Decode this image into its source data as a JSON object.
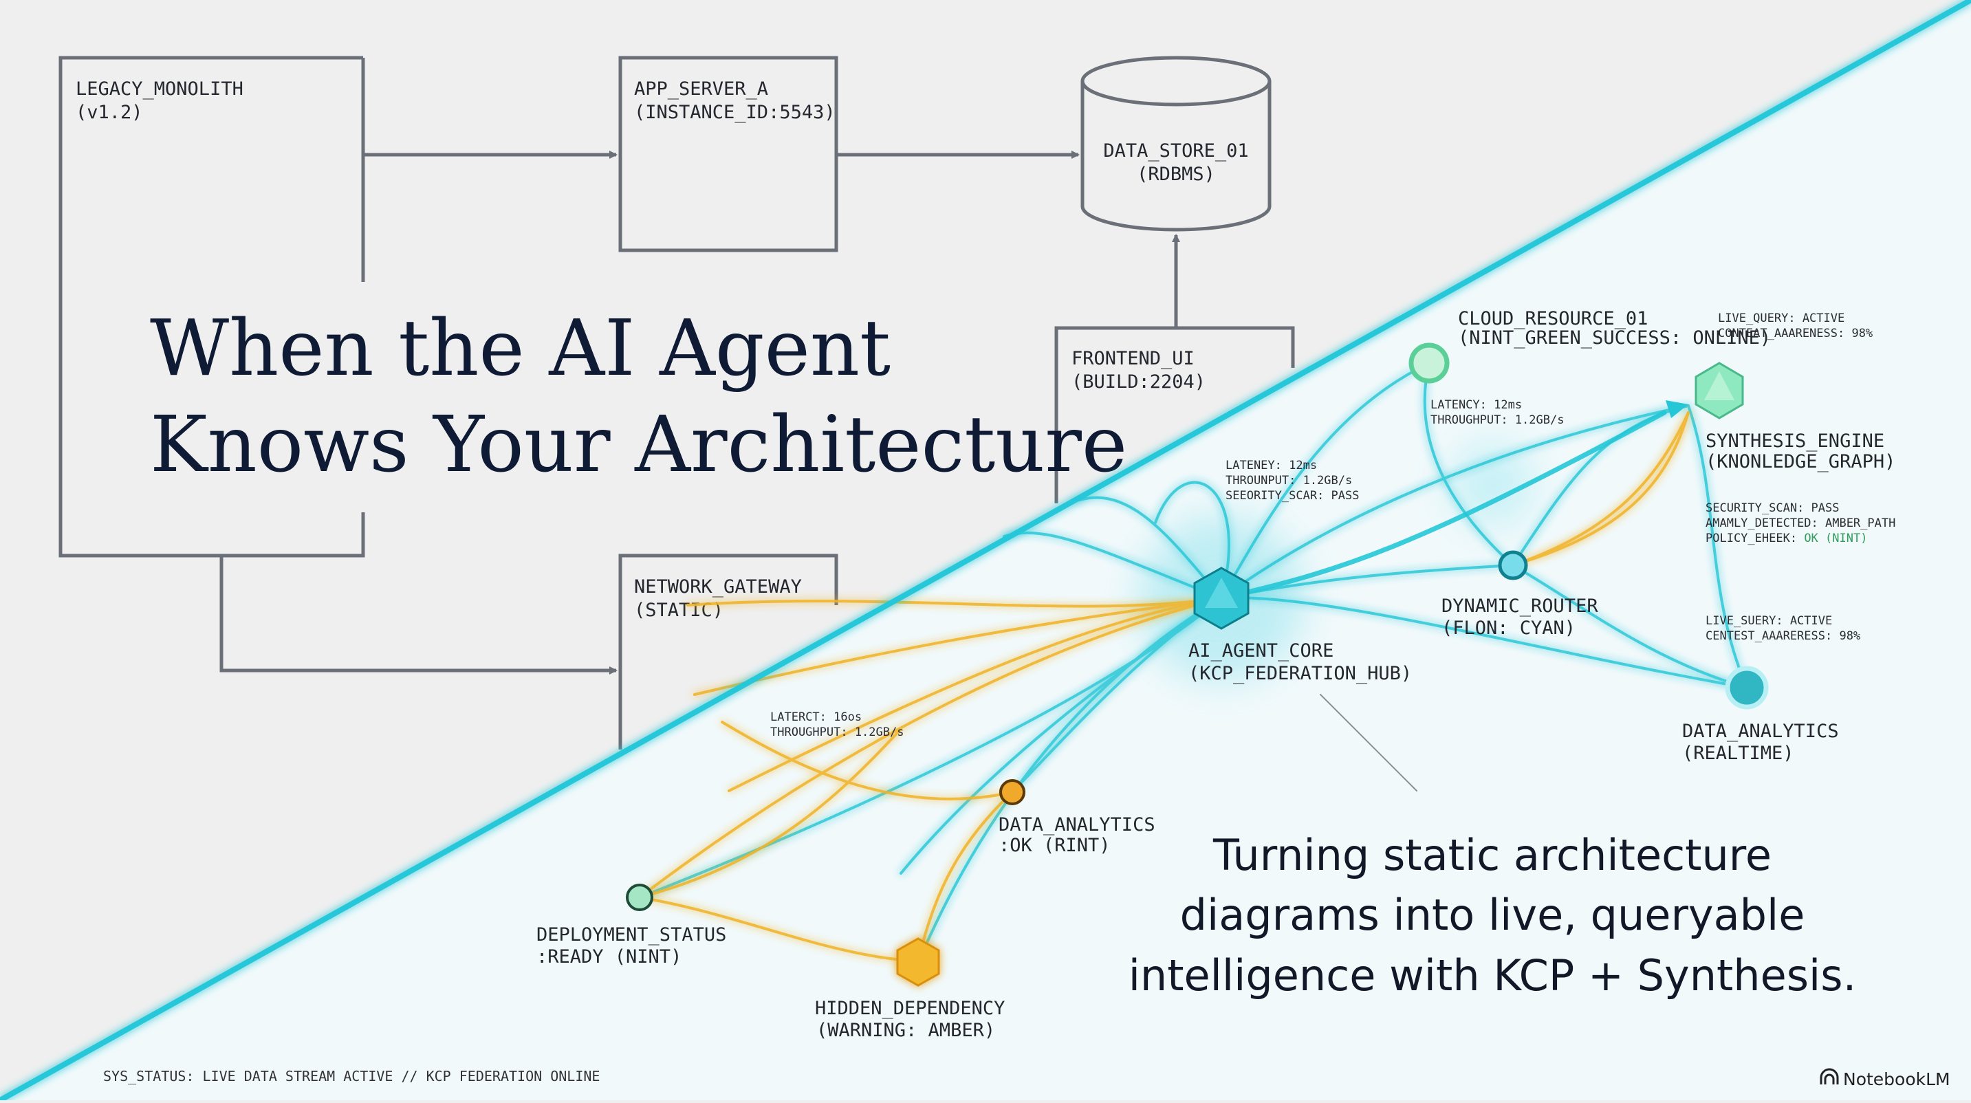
{
  "title": {
    "line1": "When the AI Agent",
    "line2": "Knows Your Architecture"
  },
  "subtitle": {
    "line1": "Turning static architecture",
    "line2": "diagrams into live, queryable",
    "line3": "intelligence with KCP + Synthesis."
  },
  "legacy_nodes": {
    "legacy_monolith": {
      "name": "LEGACY_MONOLITH",
      "detail": "(v1.2)"
    },
    "app_server_a": {
      "name": "APP_SERVER_A",
      "detail": "(INSTANCE_ID:5543)"
    },
    "data_store_01": {
      "name": "DATA_STORE_01",
      "detail": "(RDBMS)"
    },
    "frontend_ui": {
      "name": "FRONTEND_UI",
      "detail": "(BUILD:2204)"
    },
    "network_gateway": {
      "name": "NETWORK_GATEWAY",
      "detail": "(STATIC)"
    }
  },
  "live_nodes": {
    "ai_agent_core": {
      "name": "AI_AGENT_CORE",
      "detail": "(KCP_FEDERATION_HUB)"
    },
    "cloud_resource_01": {
      "name": "CLOUD_RESOURCE_01",
      "detail": "(NINT_GREEN_SUCCESS: ONLINE)"
    },
    "synthesis_engine": {
      "name": "SYNTHESIS_ENGINE",
      "detail": "(KNONLEDGE_GRAPH)"
    },
    "dynamic_router": {
      "name": "DYNAMIC_ROUTER",
      "detail": "(FLON: CYAN)"
    },
    "data_analytics_realtime": {
      "name": "DATA_ANALYTICS",
      "detail": "(REALTIME)"
    },
    "data_analytics_ok": {
      "name": "DATA_ANALYTICS",
      "detail": ":OK (RINT)"
    },
    "deployment_status": {
      "name": "DEPLOYMENT_STATUS",
      "detail": ":READY (NINT)"
    },
    "hidden_dependency": {
      "name": "HIDDEN_DEPENDENCY",
      "detail": "(WARNING: AMBER)"
    }
  },
  "annotations": {
    "live_query_1": {
      "line1": "LIVE_QUERY: ACTIVE",
      "line2": "CONTEAT_AAARENESS: 98%"
    },
    "cloud_metrics": {
      "line1": "LATENCY: 12ms",
      "line2": "THROUGHPUT: 1.2GB/s"
    },
    "core_metrics": {
      "line1": "LATENEY: 12ms",
      "line2": "THROUNPUT: 1.2GB/s",
      "line3": "SEEORITY_SCAR: PASS"
    },
    "security_scan": {
      "line1": "SECURITY_SCAN: PASS",
      "line2": "AMAMLY_DETECTED: AMBER_PATH",
      "line3_prefix": "POLICY_EHEEK:",
      "line3_value": "OK (NINT)"
    },
    "live_query_2": {
      "line1": "LIVE_SUERY: ACTIVE",
      "line2": "CENTEST_AAARERESS: 98%"
    },
    "lower_metrics": {
      "line1": "LATERCT: 16os",
      "line2": "THROUGHPUT: 1.2GB/s"
    }
  },
  "footer": {
    "status": "SYS_STATUS: LIVE DATA STREAM ACTIVE // KCP FEDERATION ONLINE",
    "brand": "NotebookLM"
  },
  "colors": {
    "cyan": "#25c6d6",
    "amber": "#f0b429",
    "mint": "#6fdca8",
    "ink": "#0f1b35",
    "node_border": "#6b6f78"
  }
}
